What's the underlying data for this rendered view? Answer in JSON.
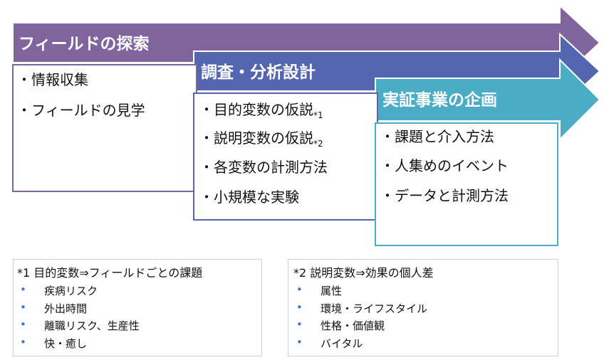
{
  "stages": [
    {
      "title": "フィールドの探索",
      "color": "#7f649e",
      "items": [
        "・情報収集",
        "・フィールドの見学"
      ]
    },
    {
      "title": "調査・分析設計",
      "color": "#5566b0",
      "items": [
        {
          "text": "・目的変数の仮説",
          "sup": "*1"
        },
        {
          "text": "・説明変数の仮説",
          "sup": "*2"
        },
        {
          "text": "・各変数の計測方法",
          "sup": ""
        },
        {
          "text": "・小規模な実験",
          "sup": ""
        }
      ]
    },
    {
      "title": "実証事業の企画",
      "color": "#4aacc5",
      "items": [
        "・課題と介入方法",
        "・人集めのイベント",
        "・データと計測方法"
      ]
    }
  ],
  "notes": [
    {
      "title": "*1 目的変数⇒フィールドごとの課題",
      "bullet": "•",
      "items": [
        "疾病リスク",
        "外出時間",
        "離職リスク、生産性",
        "快・癒し"
      ]
    },
    {
      "title": "*2 説明変数⇒効果の個人差",
      "bullet": "•",
      "items": [
        "属性",
        "環境・ライフスタイル",
        "性格・価値観",
        "バイタル"
      ]
    }
  ]
}
